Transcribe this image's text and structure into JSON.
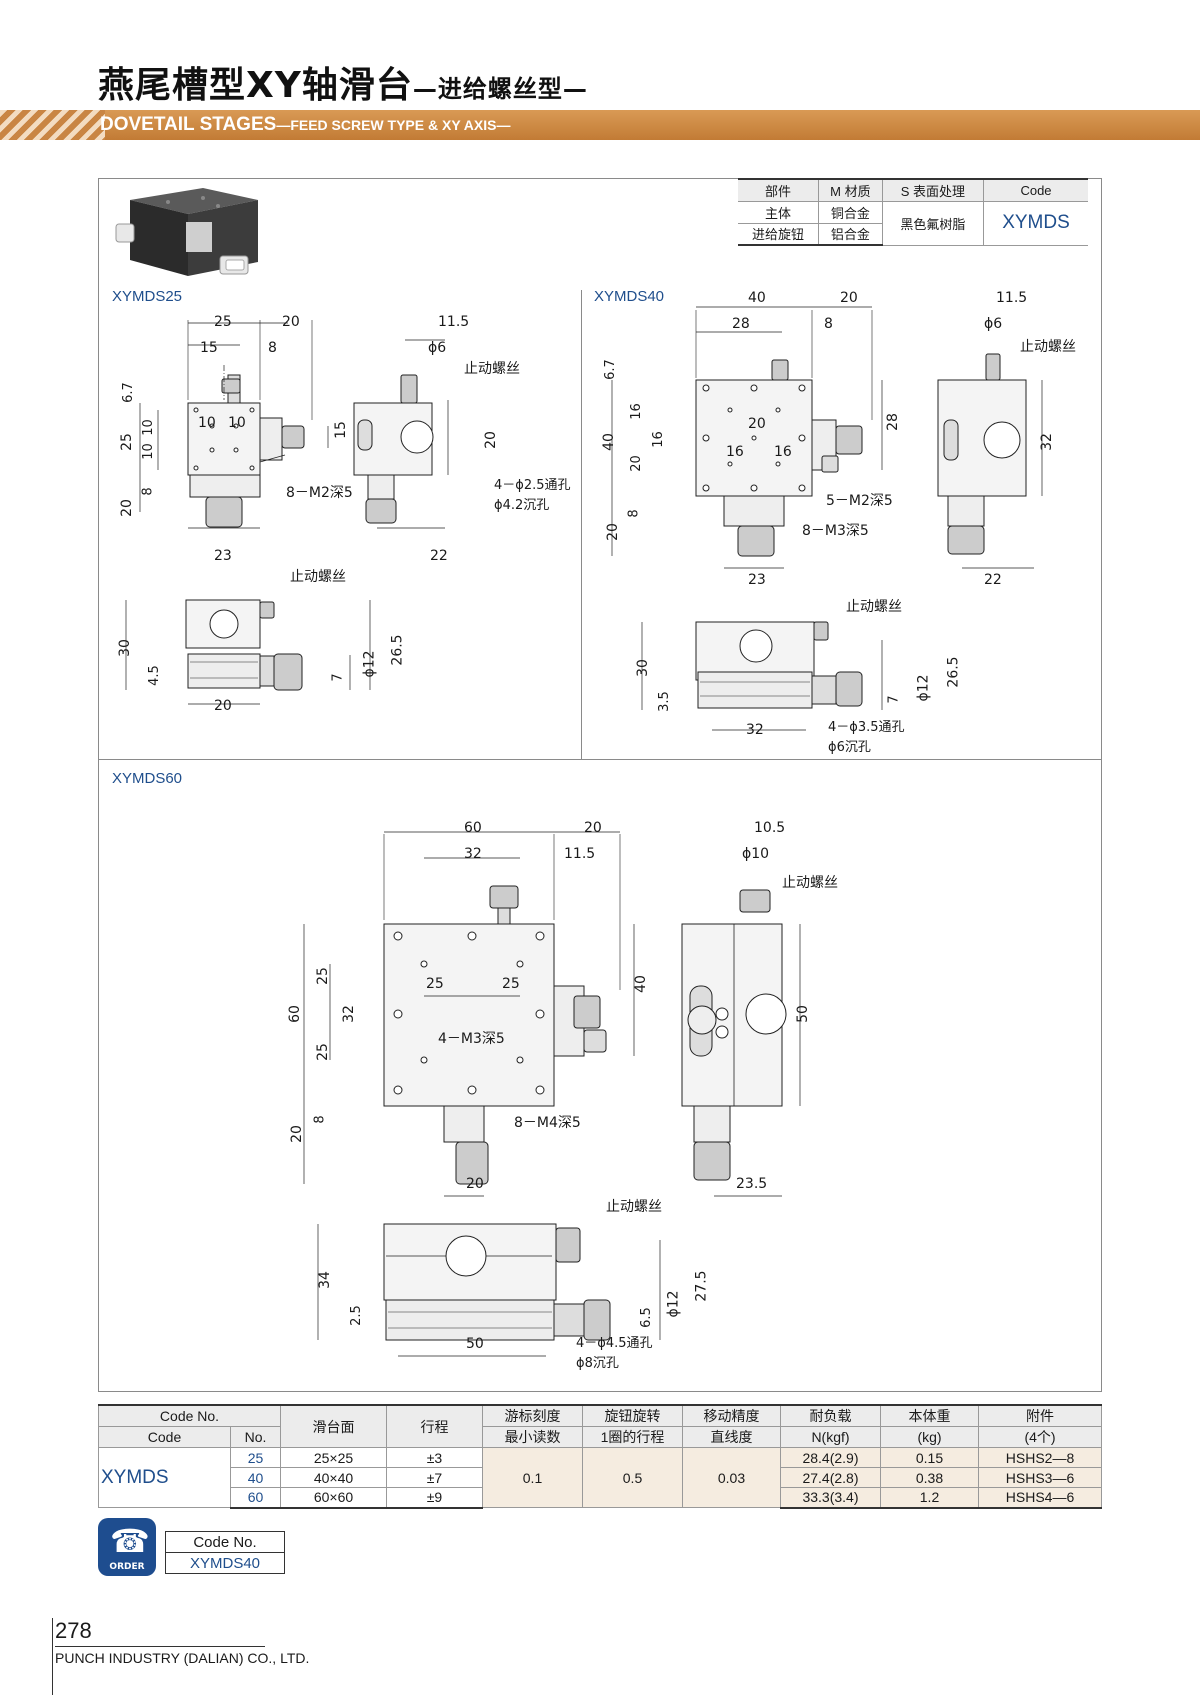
{
  "header": {
    "title_main": "燕尾槽型XY轴滑台",
    "title_sub": "—进给螺丝型—",
    "title_en_main": "DOVETAIL STAGES",
    "title_en_sub": "—FEED SCREW TYPE & XY AXIS—"
  },
  "materials": {
    "headers": [
      "部件",
      "M 材质",
      "S 表面处理",
      "Code"
    ],
    "rows": [
      {
        "part": "主体",
        "material": "铜合金"
      },
      {
        "part": "进给旋钮",
        "material": "铝合金"
      }
    ],
    "treatment": "黑色氟树脂",
    "code": "XYMDS"
  },
  "sections": {
    "s25": "XYMDS25",
    "s40": "XYMDS40",
    "s60": "XYMDS60"
  },
  "labels": {
    "lock_screw": "止动螺丝",
    "s25_tap": "8－M2深5",
    "s25_thru": "4－ϕ2.5通孔",
    "s25_cb": "ϕ4.2沉孔",
    "s40_tap1": "5－M2深5",
    "s40_tap2": "8－M3深5",
    "s40_thru": "4－ϕ3.5通孔",
    "s40_cb": "ϕ6沉孔",
    "s60_tap1": "4－M3深5",
    "s60_tap2": "8－M4深5",
    "s60_thru": "4－ϕ4.5通孔",
    "s60_cb": "ϕ8沉孔"
  },
  "dims": {
    "s25": [
      "25",
      "20",
      "15",
      "8",
      "11.5",
      "ϕ6",
      "6.7",
      "10",
      "10",
      "10",
      "10",
      "25",
      "15",
      "20",
      "8",
      "20",
      "23",
      "22",
      "30",
      "4.5",
      "20",
      "7",
      "ϕ12",
      "26.5"
    ],
    "s40": [
      "40",
      "20",
      "28",
      "8",
      "11.5",
      "ϕ6",
      "6.7",
      "16",
      "20",
      "16",
      "40",
      "20",
      "16",
      "16",
      "28",
      "32",
      "8",
      "20",
      "23",
      "22",
      "30",
      "3.5",
      "32",
      "7",
      "ϕ12",
      "26.5"
    ],
    "s60": [
      "60",
      "20",
      "32",
      "11.5",
      "10.5",
      "ϕ10",
      "25",
      "25",
      "40",
      "50",
      "60",
      "25",
      "32",
      "25",
      "8",
      "20",
      "20",
      "23.5",
      "34",
      "2.5",
      "50",
      "6.5",
      "ϕ12",
      "27.5"
    ]
  },
  "spec": {
    "head1": [
      "Code No.",
      "滑台面",
      "行程",
      "游标刻度",
      "旋钮旋转",
      "移动精度",
      "耐负载",
      "本体重",
      "附件"
    ],
    "head2": [
      "Code",
      "No.",
      "最小读数",
      "1圈的行程",
      "直线度",
      "N(kgf)",
      "(kg)",
      "(4个)"
    ],
    "code": "XYMDS",
    "rows": [
      {
        "no": "25",
        "surface": "25×25",
        "stroke": "±3",
        "load": "28.4(2.9)",
        "weight": "0.15",
        "acc": "HSHS2—8"
      },
      {
        "no": "40",
        "surface": "40×40",
        "stroke": "±7",
        "load": "27.4(2.8)",
        "weight": "0.38",
        "acc": "HSHS3—6"
      },
      {
        "no": "60",
        "surface": "60×60",
        "stroke": "±9",
        "load": "33.3(3.4)",
        "weight": "1.2",
        "acc": "HSHS4—6"
      }
    ],
    "vernier": "0.1",
    "per_turn": "0.5",
    "straightness": "0.03"
  },
  "order": {
    "icon_text": "ORDER",
    "label": "Code No.",
    "value": "XYMDS40"
  },
  "footer": {
    "page": "278",
    "company": "PUNCH INDUSTRY (DALIAN) CO., LTD."
  }
}
